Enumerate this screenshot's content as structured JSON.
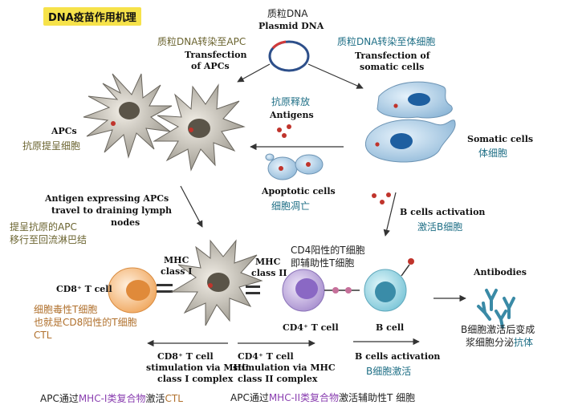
{
  "title": "DNA疫苗作用机理",
  "plasmid": {
    "cn": "质粒DNA",
    "en": "Plasmid DNA"
  },
  "apc_transfection": {
    "cn": "质粒DNA转染至APC",
    "en1": "Transfection",
    "en2": "of APCs"
  },
  "somatic_transfection": {
    "cn": "质粒DNA转染至体细胞",
    "en1": "Transfection of",
    "en2": "somatic cells"
  },
  "antigens": {
    "cn": "抗原释放",
    "en": "Antigens"
  },
  "apcs": {
    "en": "APCs",
    "cn": "抗原提呈细胞"
  },
  "somatic_cells": {
    "en": "Somatic cells",
    "cn": "体细胞"
  },
  "apoptotic": {
    "en": "Apoptotic cells",
    "cn": "细胞凋亡"
  },
  "travel": {
    "en1": "Antigen expressing APCs",
    "en2": "travel to draining lymph",
    "en3": "nodes",
    "cn1": "提呈抗原的APC",
    "cn2": "移行至回流淋巴结"
  },
  "b_activation_top": {
    "en": "B cells activation",
    "cn": "激活B细胞"
  },
  "mhc1": {
    "l1": "MHC",
    "l2": "class I"
  },
  "mhc2": {
    "l1": "MHC",
    "l2": "class II"
  },
  "cd4_note": {
    "l1": "CD4阳性的T细胞",
    "l2": "即辅助性T细胞"
  },
  "cd8": {
    "en": "CD8⁺ T cell",
    "cn1": "细胞毒性T细胞",
    "cn2": "也就是CD8阳性的T细胞",
    "cn3": "CTL"
  },
  "cd4_cell": "CD4⁺ T cell",
  "b_cell": "B cell",
  "antibodies": {
    "en": "Antibodies",
    "cn1": "B细胞激活后变成",
    "cn2a": "浆细胞分泌",
    "cn2b": "抗体"
  },
  "cd8_stim": {
    "l1": "CD8⁺ T cell",
    "l2": "stimulation via MHC",
    "l3": "class I complex"
  },
  "cd4_stim": {
    "l1": "CD4⁺ T cell",
    "l2": "stimulation via MHC",
    "l3": "class II complex"
  },
  "b_activation_bottom": {
    "en": "B cells activation",
    "cn": "B细胞激活"
  },
  "bottom_left": {
    "a": "APC通过",
    "b": "MHC-I类复合物",
    "c": "激活",
    "d": "CTL"
  },
  "bottom_right": {
    "a": "APC通过",
    "b": "MHC-II类复合物",
    "c": "激活辅助性T 细胞"
  },
  "colors": {
    "teal": "#1f6f86",
    "olive": "#6b6430",
    "brown": "#b0702c",
    "purple": "#8a3fb0",
    "title_bg": "#f6e24a"
  }
}
